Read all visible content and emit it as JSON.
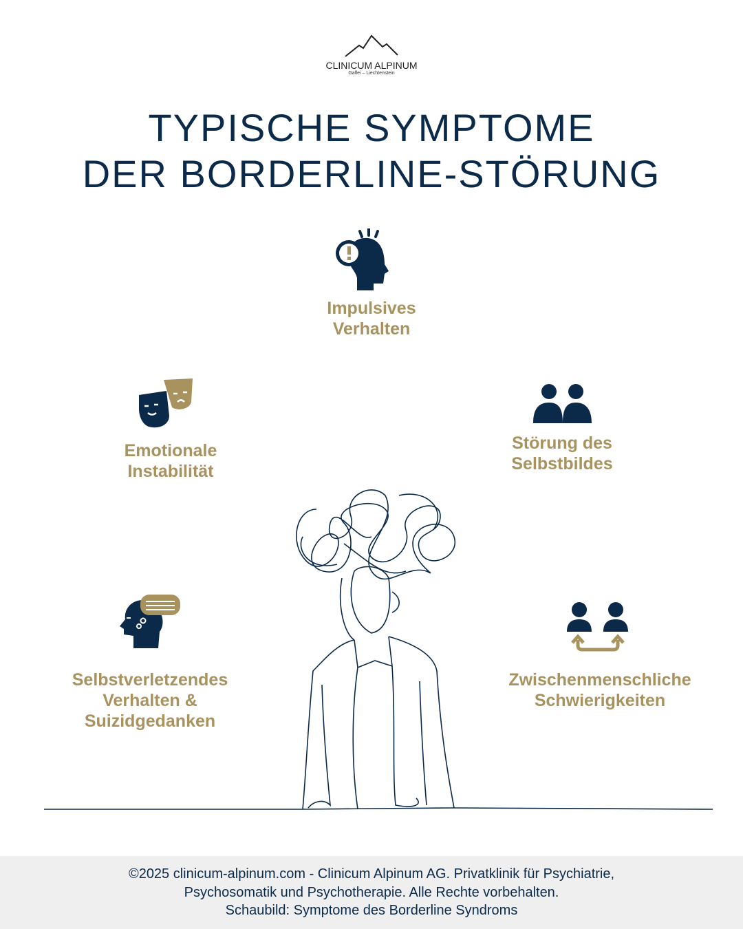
{
  "logo": {
    "name": "CLINICUM ALPINUM",
    "subtitle": "Gaflei – Liechtenstein"
  },
  "title": {
    "line1": "TYPISCHE SYMPTOME",
    "line2": "DER BORDERLINE-STÖRUNG"
  },
  "symptoms": [
    {
      "line1": "Impulsives",
      "line2": "Verhalten",
      "icon": "head-exclamation-icon"
    },
    {
      "line1": "Emotionale",
      "line2": "Instabilität",
      "icon": "theater-masks-icon"
    },
    {
      "line1": "Störung des",
      "line2": "Selbstbildes",
      "icon": "two-people-icon"
    },
    {
      "line1": "Selbstverletzendes",
      "line2": "Verhalten &",
      "line3": "Suizidgedanken",
      "icon": "head-thought-icon"
    },
    {
      "line1": "Zwischenmenschliche",
      "line2": "Schwierigkeiten",
      "icon": "people-exchange-icon"
    }
  ],
  "colors": {
    "navy": "#0b2a4a",
    "gold": "#a8925e",
    "footer_bg": "#efefef"
  },
  "footer": {
    "line1": "©2025 clinicum-alpinum.com - Clinicum Alpinum AG. Privatklinik für Psychiatrie,",
    "line2": "Psychosomatik und Psychotherapie. Alle Rechte vorbehalten.",
    "line3": "Schaubild: Symptome des Borderline Syndroms"
  }
}
